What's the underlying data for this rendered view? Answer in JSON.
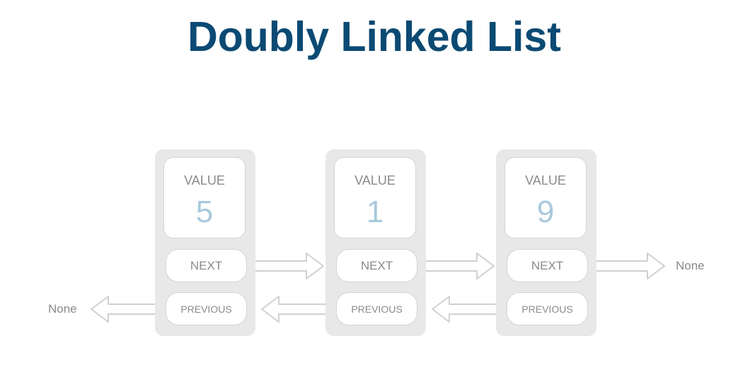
{
  "title": "Doubly Linked List",
  "nodes": [
    {
      "value_label": "VALUE",
      "value": "5",
      "next_label": "NEXT",
      "previous_label": "PREVIOUS"
    },
    {
      "value_label": "VALUE",
      "value": "1",
      "next_label": "NEXT",
      "previous_label": "PREVIOUS"
    },
    {
      "value_label": "VALUE",
      "value": "9",
      "next_label": "NEXT",
      "previous_label": "PREVIOUS"
    }
  ],
  "terminals": {
    "head_previous": "None",
    "tail_next": "None"
  },
  "colors": {
    "title": "#0b4a73",
    "value": "#a9c9dd",
    "node_background": "#e8e8e8",
    "arrow_stroke": "#d0d0d0"
  }
}
